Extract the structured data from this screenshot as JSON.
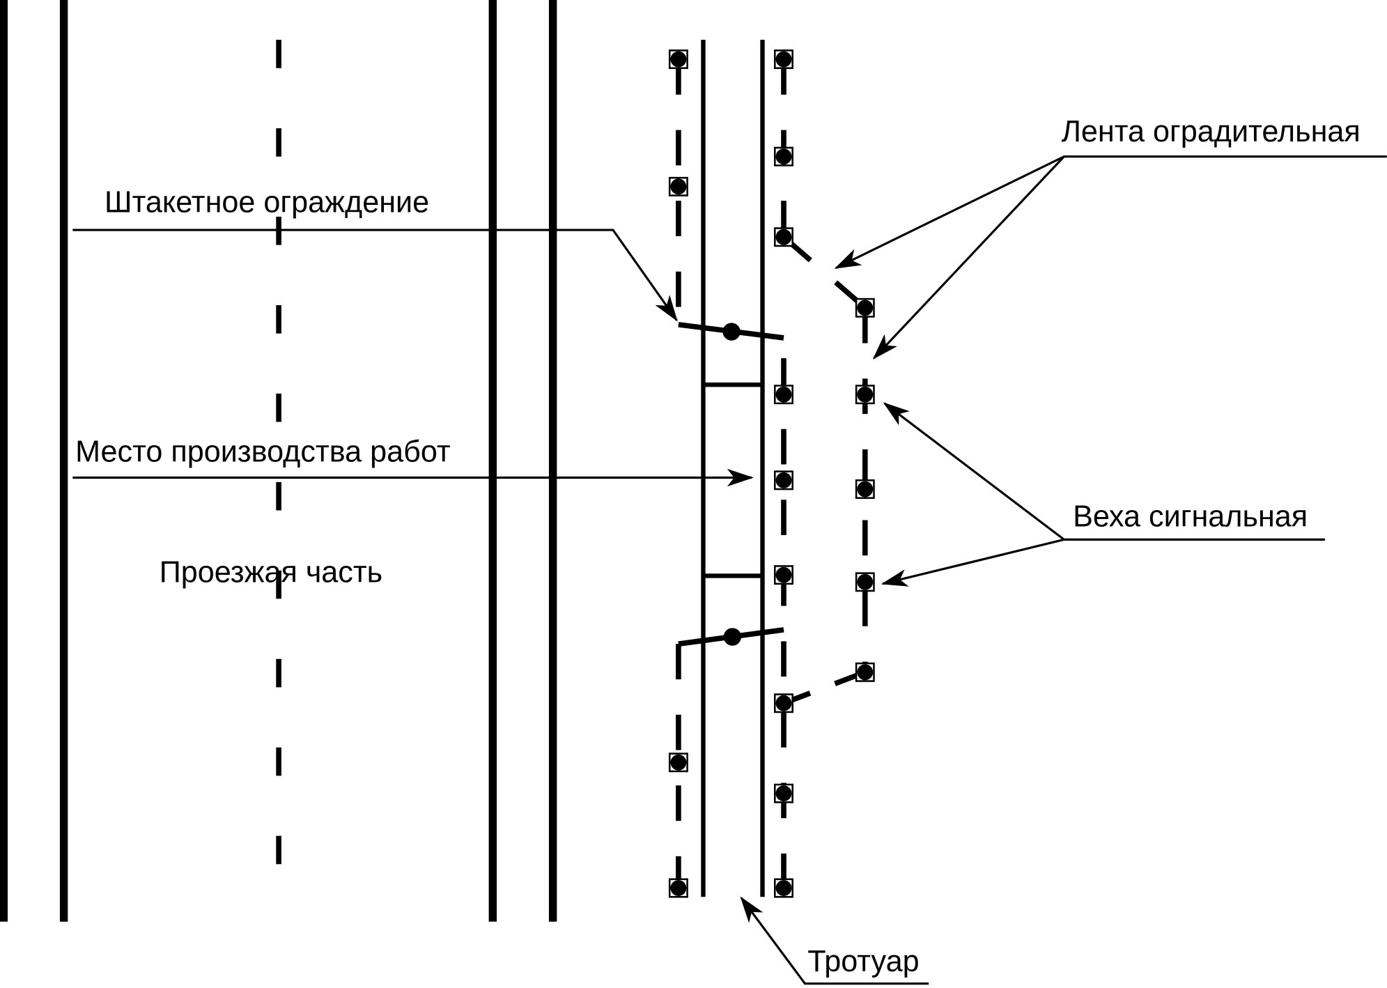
{
  "labels": {
    "fence": "Штакетное ограждение",
    "work_site": "Место производства работ",
    "roadway": "Проезжая часть",
    "tape": "Лента оградительная",
    "signal_post": "Веха сигнальная",
    "sidewalk": "Тротуар"
  },
  "colors": {
    "ink": "#000000",
    "background": "#ffffff"
  }
}
